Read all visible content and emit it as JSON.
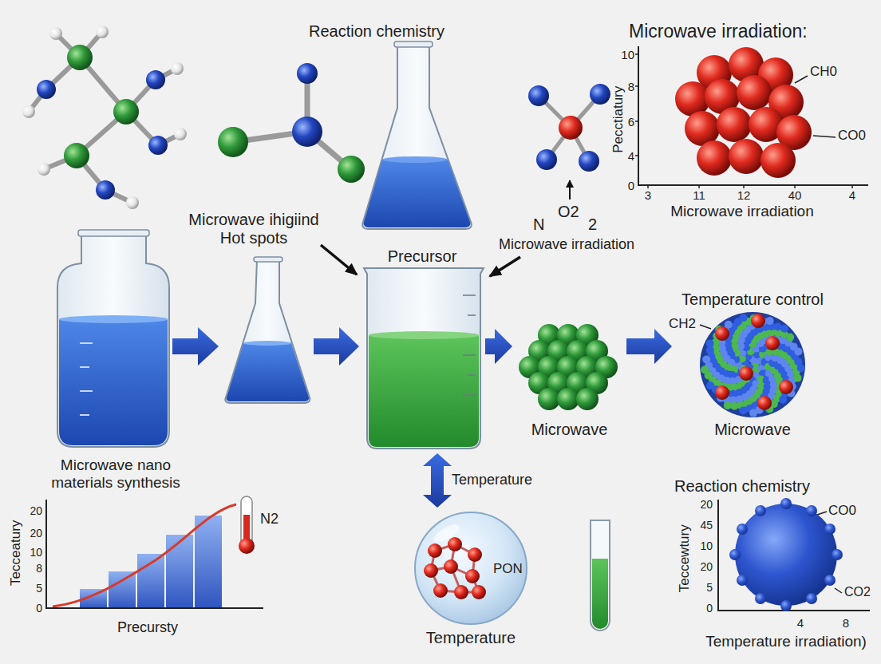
{
  "diagram": {
    "nodes": [
      {
        "text": [
          "Microwave nano materials synthesis"
        ]
      },
      {
        "text": [
          "Precursor"
        ]
      },
      {
        "text": [
          "Microwave"
        ]
      },
      {
        "text": [
          "Temperature control",
          "Microwave"
        ]
      },
      {
        "text": [
          "PON",
          "Temperature"
        ]
      }
    ],
    "edges": [
      {
        "from": 1,
        "to": 2,
        "arrow": "to"
      },
      {
        "from": 2,
        "to": 3,
        "arrow": "to"
      },
      {
        "from": 1,
        "to": 4,
        "arrow": "both",
        "label": "Temperature"
      }
    ],
    "labels": [
      "Reaction chemistry",
      "Microwave irradiation:",
      "10",
      "8",
      "6",
      "4",
      "0",
      "3",
      "11",
      "12",
      "40",
      "4",
      "Pecctiatury",
      "Microwave irradiation",
      "CH0",
      "CO0",
      "Microwave ihigiind Hot spots",
      "N",
      "O2",
      "2",
      "Microwave irradiation",
      "CH2",
      "Tecceatury",
      "20",
      "20",
      "10",
      "8",
      "5",
      "0",
      "Precursty",
      "N2",
      "Reaction chemistry",
      "Teccewtury",
      "20",
      "45",
      "10",
      "20",
      "5",
      "0",
      "4",
      "8",
      "Temperature irradiation)",
      "CO0",
      "CO2"
    ]
  }
}
